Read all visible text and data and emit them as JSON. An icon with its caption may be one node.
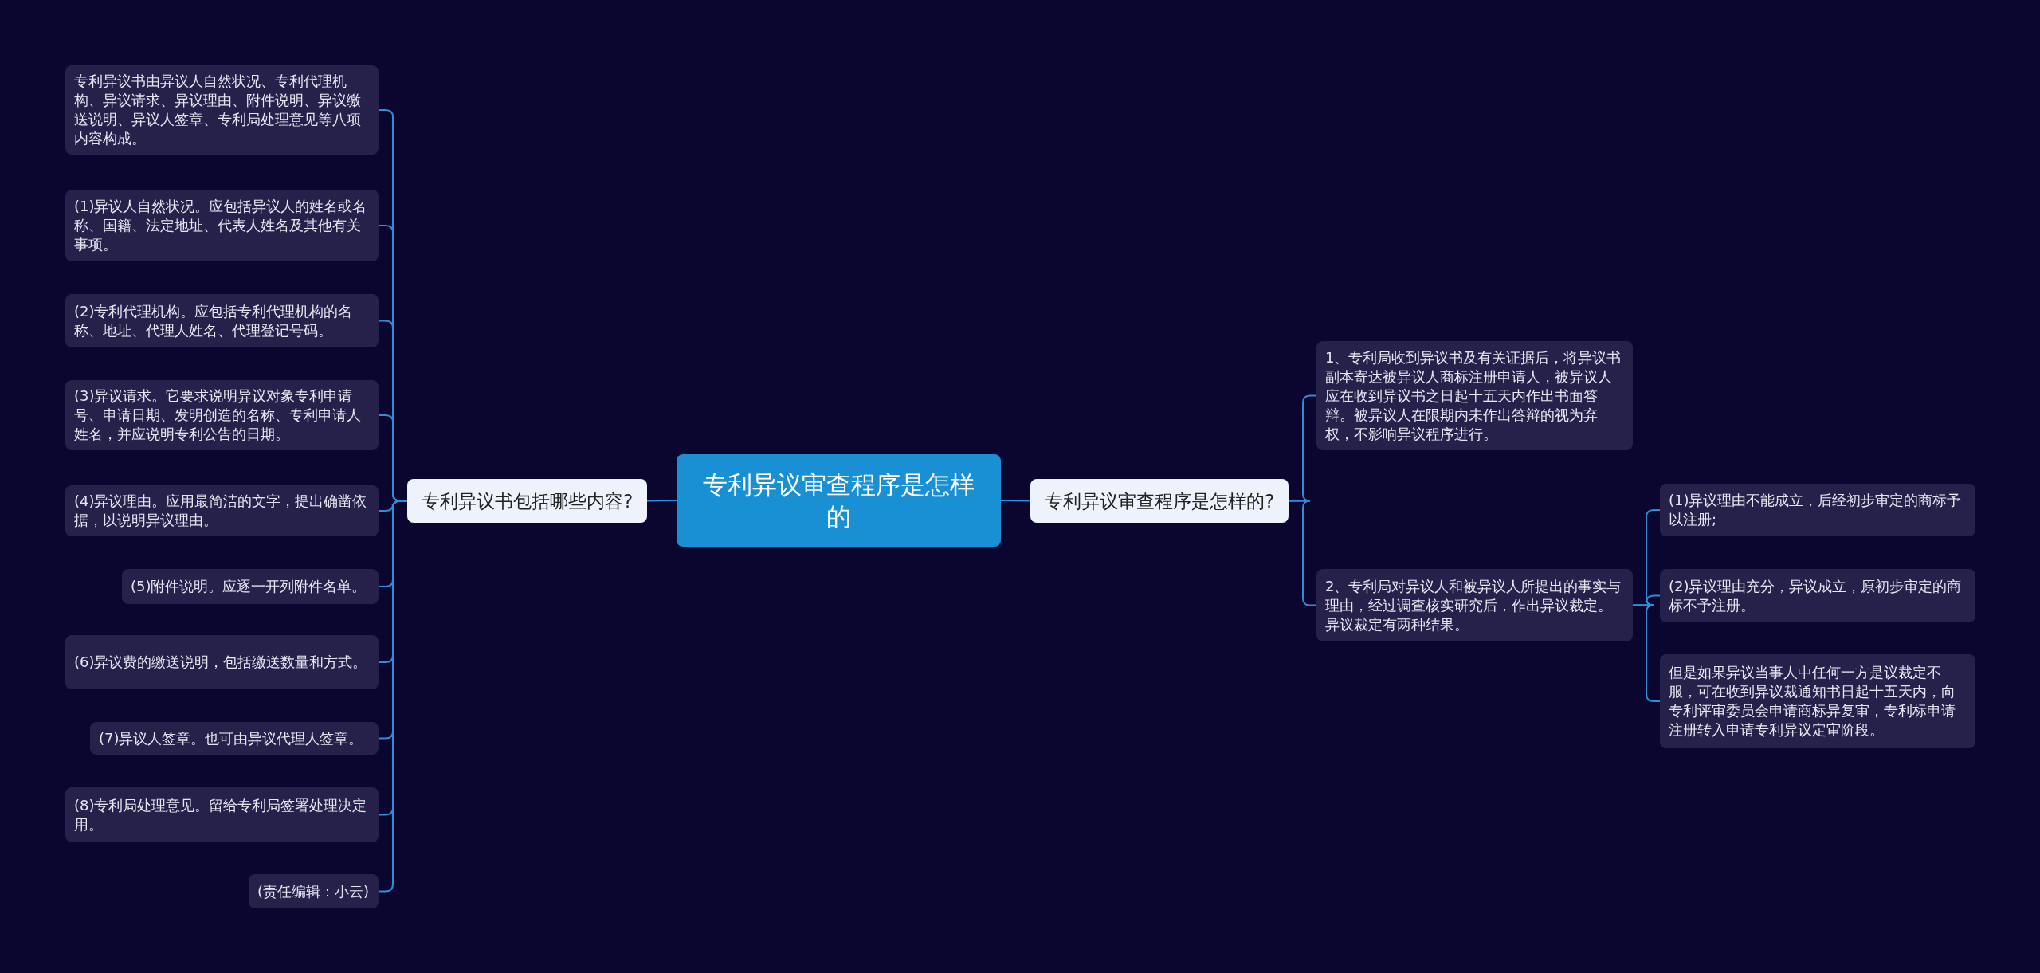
{
  "diagram": {
    "nodes": [
      {
        "text": [
          "专利异议审查程序是怎样的"
        ]
      },
      {
        "text": [
          "专利异议书包括哪些内容?"
        ]
      },
      {
        "text": [
          "专利异议书由异议人自然状况、专利代理机构、异议请求、异议理由、附件说明、异议缴送说明、异议人签章、专利局处理意见等八项内容构成。"
        ]
      },
      {
        "text": [
          "(1)异议人自然状况。应包括异议人的姓名或名称、国籍、法定地址、代表人姓名及其他有关事项。"
        ]
      },
      {
        "text": [
          "(2)专利代理机构。应包括专利代理机构的名称、地址、代理人姓名、代理登记号码。"
        ]
      },
      {
        "text": [
          "(3)异议请求。它要求说明异议对象专利申请号、申请日期、发明创造的名称、专利申请人姓名，并应说明专利公告的日期。"
        ]
      },
      {
        "text": [
          "(4)异议理由。应用最简洁的文字，提出确凿依据，以说明异议理由。"
        ]
      },
      {
        "text": [
          "(5)附件说明。应逐一开列附件名单。"
        ]
      },
      {
        "text": [
          "(6)异议费的缴送说明，包括缴送数量和方式。"
        ]
      },
      {
        "text": [
          "(7)异议人签章。也可由异议代理人签章。"
        ]
      },
      {
        "text": [
          "(8)专利局处理意见。留给专利局签署处理决定用。"
        ]
      },
      {
        "text": [
          "(责任编辑：小云)"
        ]
      },
      {
        "text": [
          "专利异议审查程序是怎样的?"
        ]
      },
      {
        "text": [
          "1、专利局收到异议书及有关证据后，将异议书副本寄达被异议人商标注册申请人，被异议人应在收到异议书之日起十五天内作出书面答辩。被异议人在限期内未作出答辩的视为弃权，不影响异议程序进行。"
        ]
      },
      {
        "text": [
          "2、专利局对异议人和被异议人所提出的事实与理由，经过调查核实研究后，作出异议裁定。异议裁定有两种结果。"
        ]
      },
      {
        "text": [
          "(1)异议理由不能成立，后经初步审定的商标予以注册;"
        ]
      },
      {
        "text": [
          "(2)异议理由充分，异议成立，原初步审定的商标不予注册。"
        ]
      },
      {
        "text": [
          "但是如果异议当事人中任何一方是议裁定不服，可在收到异议裁通知书日起十五天内，向专利评审委员会申请商标异复审，专利标申请注册转入申请专利异议定审阶段。"
        ]
      }
    ],
    "edges": [
      {
        "from": 0,
        "to": 1,
        "arrow": "none"
      },
      {
        "from": 0,
        "to": 12,
        "arrow": "none"
      },
      {
        "from": 1,
        "to": 2,
        "arrow": "none"
      },
      {
        "from": 1,
        "to": 3,
        "arrow": "none"
      },
      {
        "from": 1,
        "to": 4,
        "arrow": "none"
      },
      {
        "from": 1,
        "to": 5,
        "arrow": "none"
      },
      {
        "from": 1,
        "to": 6,
        "arrow": "none"
      },
      {
        "from": 1,
        "to": 7,
        "arrow": "none"
      },
      {
        "from": 1,
        "to": 8,
        "arrow": "none"
      },
      {
        "from": 1,
        "to": 9,
        "arrow": "none"
      },
      {
        "from": 1,
        "to": 10,
        "arrow": "none"
      },
      {
        "from": 1,
        "to": 11,
        "arrow": "none"
      },
      {
        "from": 12,
        "to": 13,
        "arrow": "none"
      },
      {
        "from": 12,
        "to": 14,
        "arrow": "none"
      },
      {
        "from": 14,
        "to": 15,
        "arrow": "none"
      },
      {
        "from": 14,
        "to": 16,
        "arrow": "none"
      },
      {
        "from": 14,
        "to": 17,
        "arrow": "none"
      }
    ]
  }
}
